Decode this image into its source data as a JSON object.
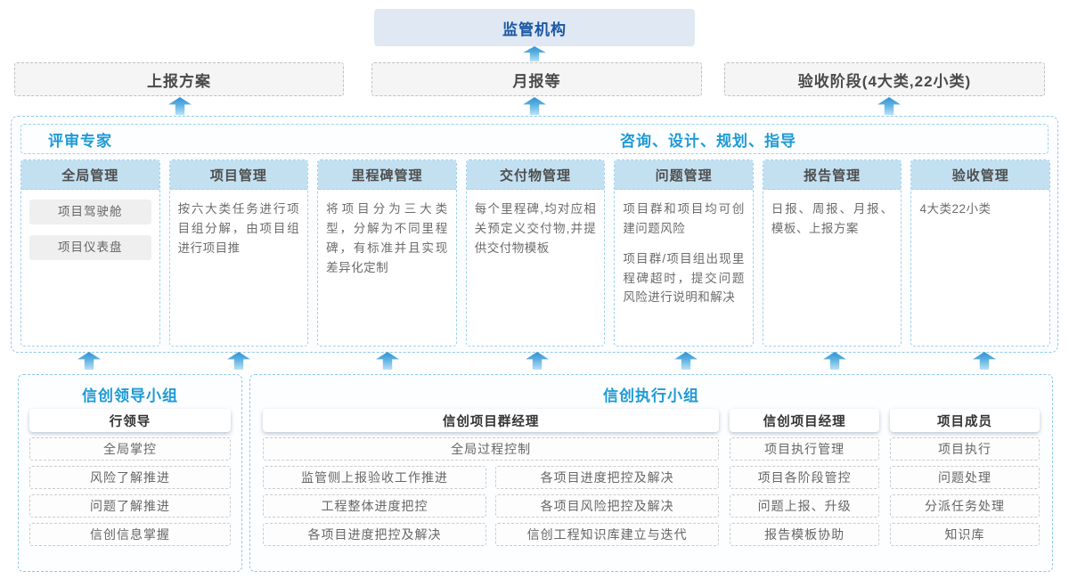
{
  "palette": {
    "accent_cyan_blue": "#1E9AD6",
    "dark_blue": "#1B57A3",
    "header_fill": "#C3E0F1",
    "dashed_blue_border": "#8FC9EA",
    "regulator_fill": "#DFE8F3",
    "arrow_gradient_top": "#2E93D2",
    "arrow_gradient_bottom": "#B8E2F7",
    "body_text": "#6C6C6C"
  },
  "icons": {
    "up_arrow": "▲"
  },
  "top": {
    "regulator": "监管机构"
  },
  "report_row": [
    {
      "label": "上报方案"
    },
    {
      "label": "月报等"
    },
    {
      "label": "验收阶段(4大类,22小类)"
    }
  ],
  "platform": {
    "left_title": "评审专家",
    "right_title": "咨询、设计、规划、指导",
    "columns": [
      {
        "header": "全局管理",
        "chips": [
          "项目驾驶舱",
          "项目仪表盘"
        ],
        "paragraphs": []
      },
      {
        "header": "项目管理",
        "chips": [],
        "paragraphs": [
          "按六大类任务进行项目组分解，由项目组进行项目推"
        ]
      },
      {
        "header": "里程碑管理",
        "chips": [],
        "paragraphs": [
          "将项目分为三大类型，分解为不同里程碑，有标准并且实现差异化定制"
        ]
      },
      {
        "header": "交付物管理",
        "chips": [],
        "paragraphs": [
          "每个里程碑,均对应相关预定义交付物,并提供交付物模板"
        ]
      },
      {
        "header": "问题管理",
        "chips": [],
        "paragraphs": [
          "项目群和项目均可创建问题风险",
          "项目群/项目组出现里程碑超时，提交问题风险进行说明和解决"
        ]
      },
      {
        "header": "报告管理",
        "chips": [],
        "paragraphs": [
          "日报、周报、月报、模板、上报方案"
        ]
      },
      {
        "header": "验收管理",
        "chips": [],
        "paragraphs": [
          "4大类22小类"
        ]
      }
    ]
  },
  "bottom": {
    "leader_group": {
      "title": "信创领导小组",
      "role": "行领导",
      "items": [
        "全局掌控",
        "风险了解推进",
        "问题了解推进",
        "信创信息掌握"
      ]
    },
    "exec_group": {
      "title": "信创执行小组",
      "pgm": {
        "role": "信创项目群经理",
        "full_item": "全局过程控制",
        "col1": [
          "监管侧上报验收工作推进",
          "工程整体进度把控",
          "各项目进度把控及解决"
        ],
        "col2": [
          "各项目进度把控及解决",
          "各项目风险把控及解决",
          "信创工程知识库建立与迭代"
        ]
      },
      "pm": {
        "role": "信创项目经理",
        "items": [
          "项目执行管理",
          "项目各阶段管控",
          "问题上报、升级",
          "报告模板协助"
        ]
      },
      "member": {
        "role": "项目成员",
        "items": [
          "项目执行",
          "问题处理",
          "分派任务处理",
          "知识库"
        ]
      }
    }
  }
}
